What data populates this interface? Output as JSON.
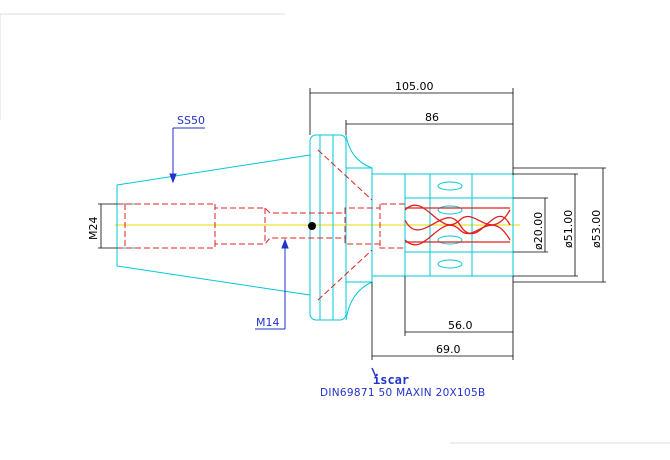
{
  "drawing": {
    "overall_length": "105.00",
    "flange_to_end": "86",
    "dia_bore": "ø20.00",
    "dia_body": "ø51.00",
    "dia_flange": "ø53.00",
    "clamp_length": "56.0",
    "nose_length": "69.0",
    "thread_dia": "M24",
    "taper_label": "SS50",
    "drawbar_thread": "M14",
    "logo_text": "iscar",
    "designation": "DIN69871 50 MAXIN 20X105B",
    "colors": {
      "outline": "#00c8d8",
      "hidden": "#e02020",
      "leader": "#2233cc",
      "centerline": "#e8d800"
    }
  }
}
